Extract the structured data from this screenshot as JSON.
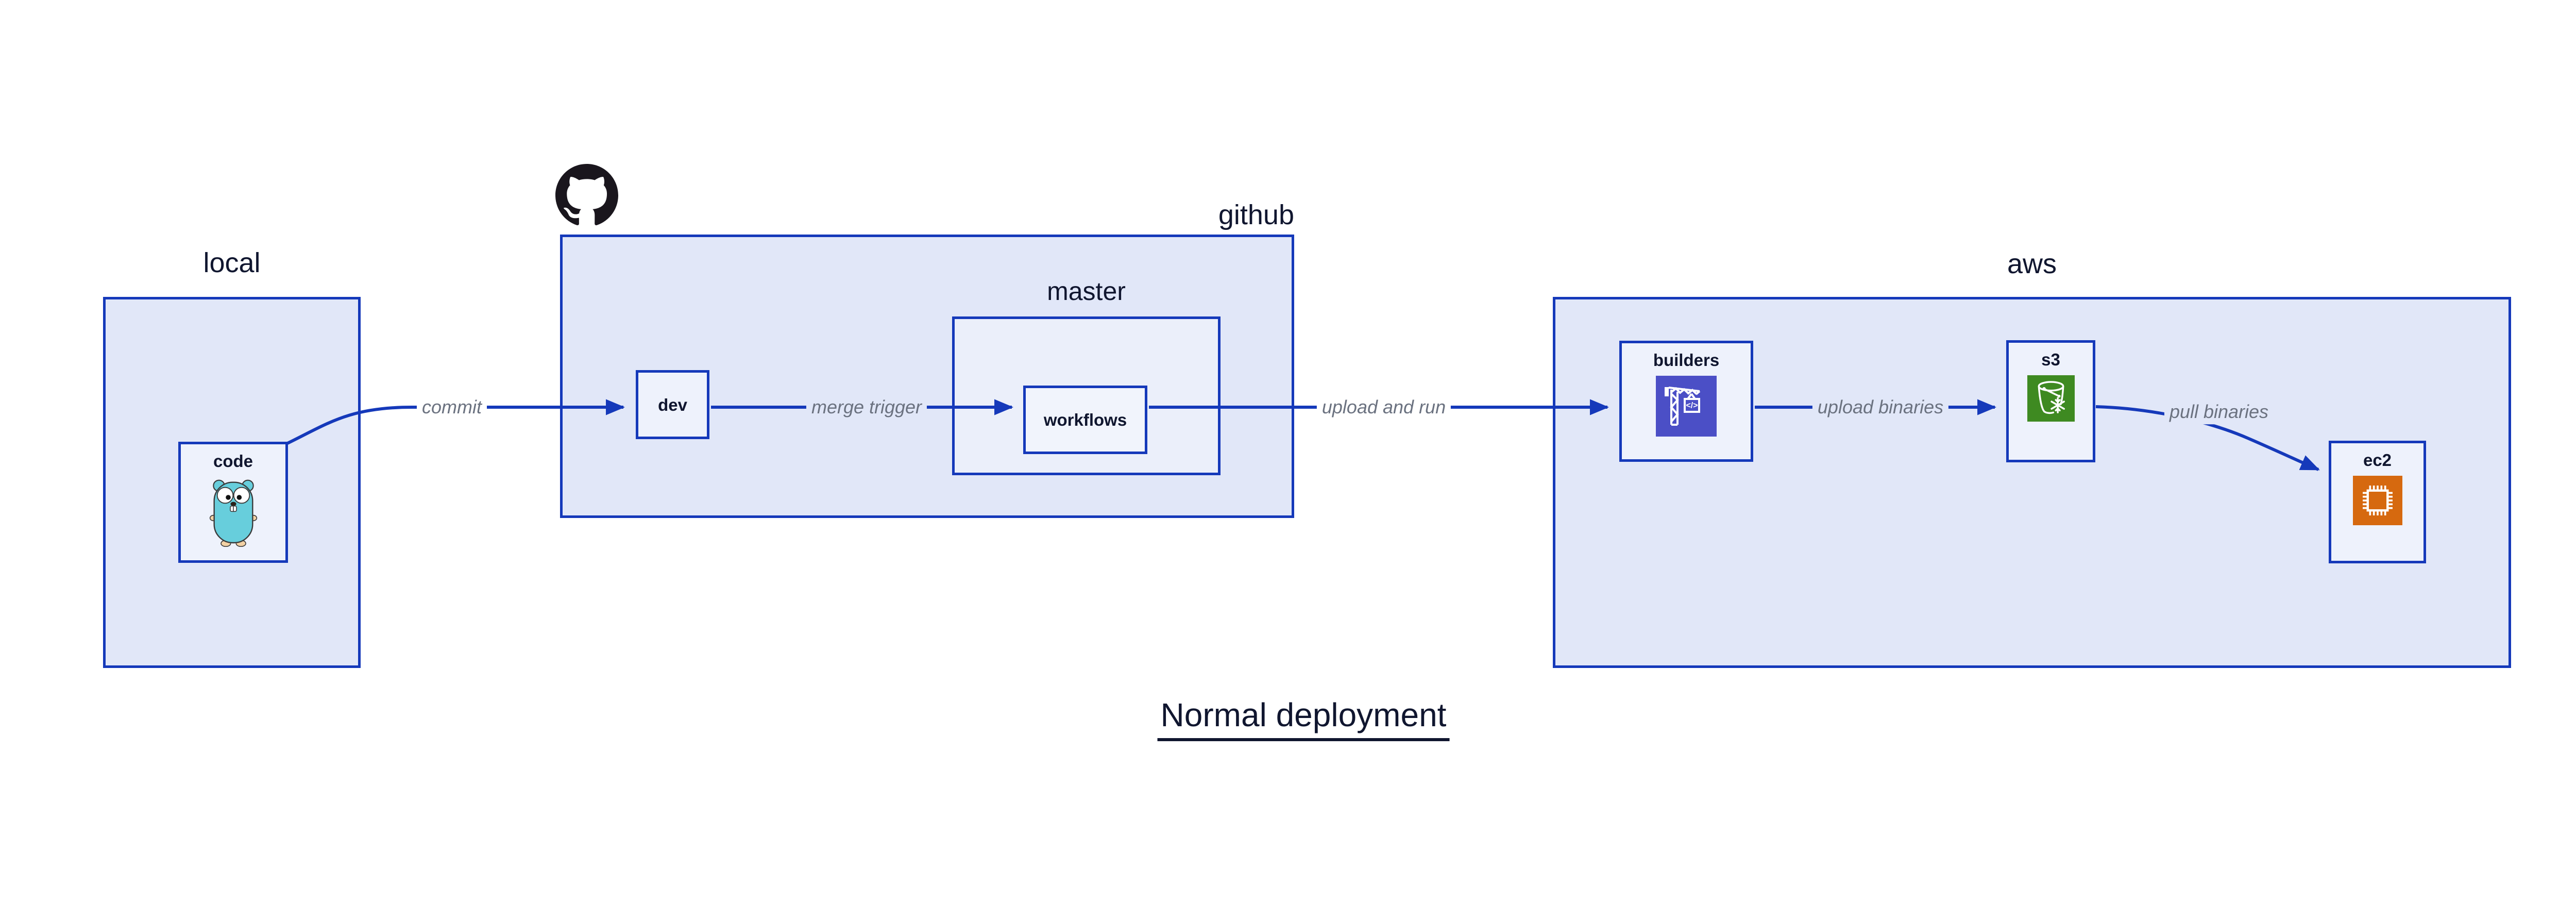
{
  "title": "Normal deployment",
  "containers": {
    "local": {
      "label": "local"
    },
    "github": {
      "label": "github"
    },
    "master": {
      "label": "master"
    },
    "aws": {
      "label": "aws"
    }
  },
  "nodes": {
    "code": {
      "label": "code",
      "icon": "go-gopher-icon"
    },
    "dev": {
      "label": "dev"
    },
    "workflows": {
      "label": "workflows"
    },
    "builders": {
      "label": "builders",
      "icon": "aws-codebuild-icon"
    },
    "s3": {
      "label": "s3",
      "icon": "aws-s3-glacier-icon"
    },
    "ec2": {
      "label": "ec2",
      "icon": "aws-ec2-icon"
    }
  },
  "edges": {
    "commit": {
      "label": "commit"
    },
    "merge_trigger": {
      "label": "merge trigger"
    },
    "upload_and_run": {
      "label": "upload and run"
    },
    "upload_binaries": {
      "label": "upload binaries"
    },
    "pull_binaries": {
      "label": "pull binaries"
    }
  },
  "icons": {
    "github_logo": "octocat-icon"
  },
  "colors": {
    "stroke_blue": "#1539BA",
    "container_fill": "#E1E7F8",
    "master_fill": "#EBEFFA",
    "node_fill": "#EEF2FC",
    "text_dark": "#10162F",
    "edge_label_gray": "#6B7280",
    "codebuild_indigo": "#4B4FC6",
    "s3_green": "#3E8A21",
    "ec2_orange": "#D6690F",
    "gopher_teal": "#67CEDC",
    "octocat_black": "#1A161D"
  }
}
